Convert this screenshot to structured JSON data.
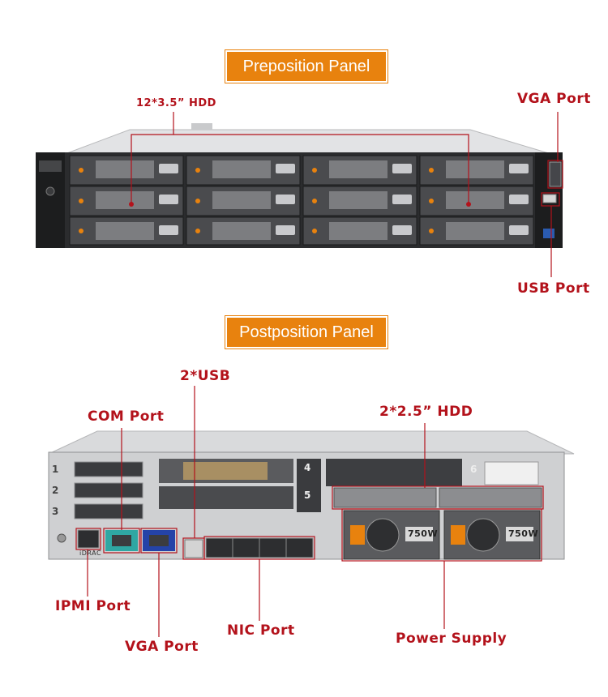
{
  "front": {
    "banner": "Preposition Panel",
    "hdd_label": "12*3.5” HDD",
    "vga_label": "VGA Port",
    "usb_label": "USB Port"
  },
  "rear": {
    "banner": "Postposition Panel",
    "usb_label": "2*USB",
    "com_label": "COM Port",
    "hdd_label": "2*2.5” HDD",
    "ipmi_label": "IPMI Port",
    "vga_label": "VGA Port",
    "nic_label": "NIC Port",
    "psu_label": "Power Supply",
    "psu_badge": "750W",
    "slot_numbers": [
      "1",
      "2",
      "3",
      "4",
      "5",
      "6"
    ],
    "idrac_label": "iDRAC"
  },
  "colors": {
    "banner": "#e8820e",
    "label": "#b3121b",
    "callout": "#b3121b"
  }
}
